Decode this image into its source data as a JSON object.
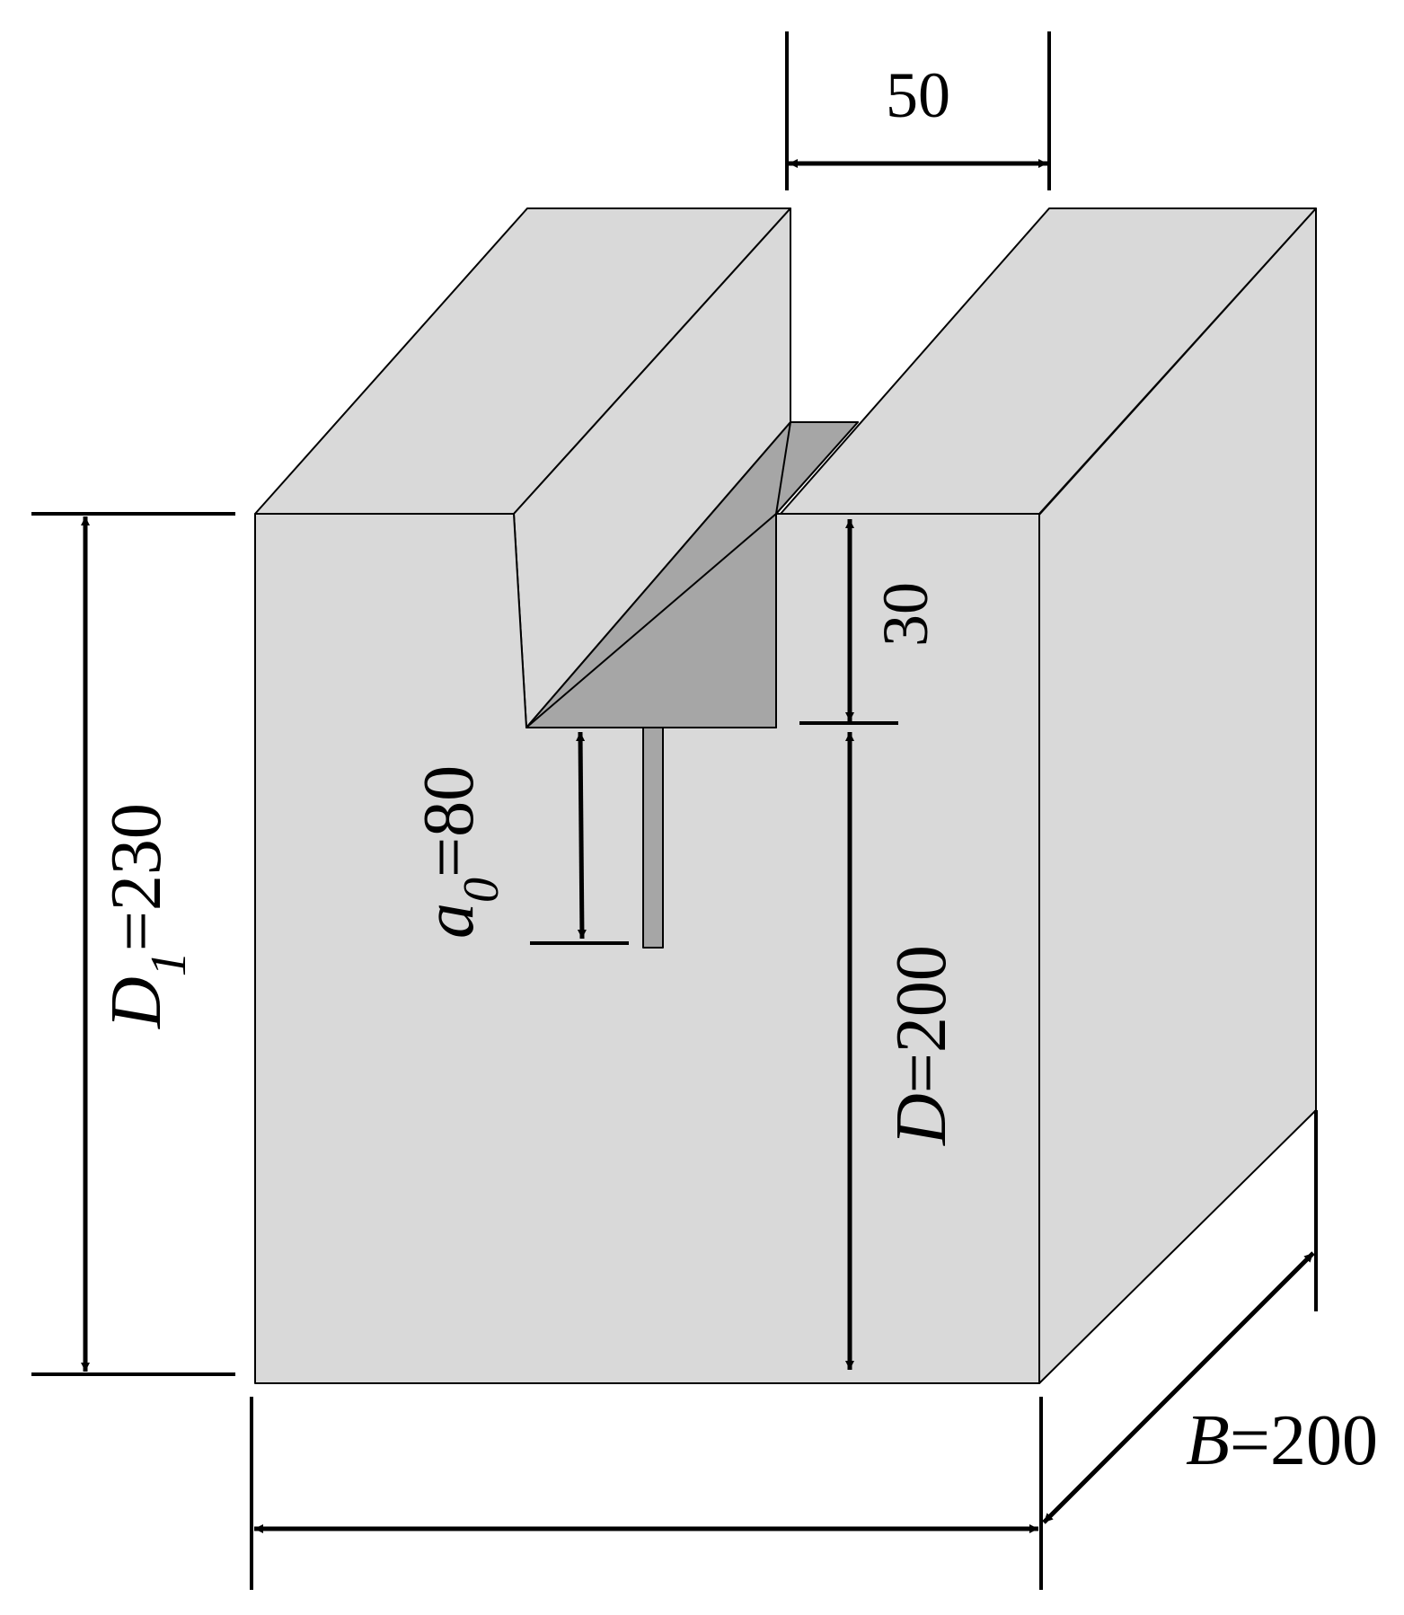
{
  "dimensions": {
    "slot_width": "50",
    "groove_depth": "30",
    "d1": {
      "symbol": "D",
      "sub": "1",
      "value": "=230"
    },
    "crack": {
      "symbol": "a",
      "sub": "0",
      "value": "=80"
    },
    "d": {
      "symbol": "D",
      "value": "=200"
    },
    "b": {
      "symbol": "B",
      "value": "=200"
    }
  },
  "colors": {
    "face": "#d9d9d9",
    "groove_floor": "#a6a6a6",
    "crack": "#a6a6a6",
    "stroke": "#000000"
  }
}
